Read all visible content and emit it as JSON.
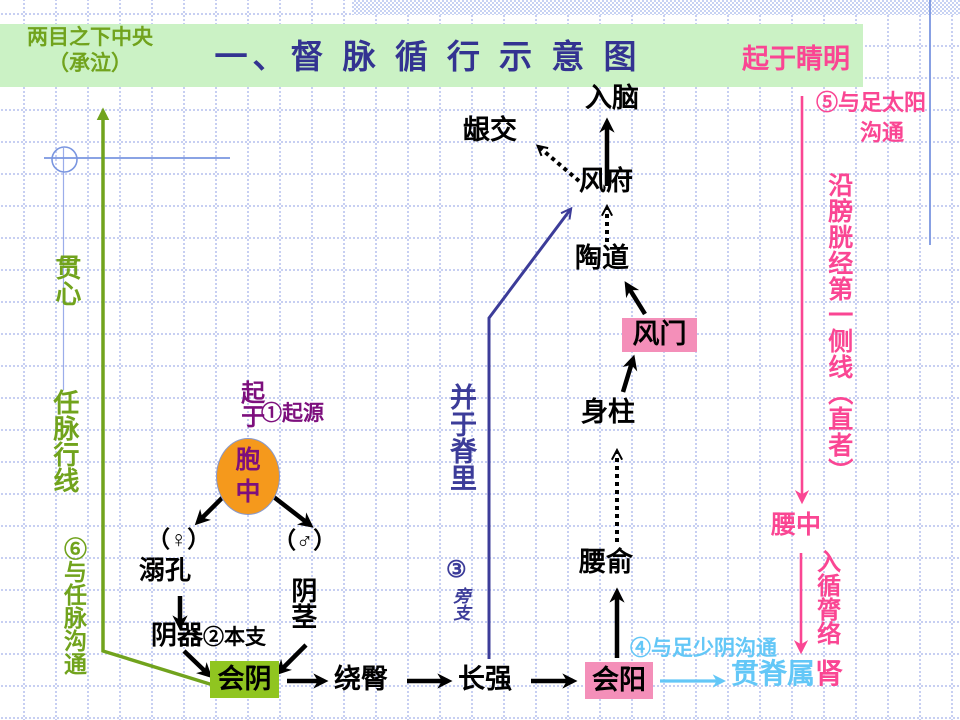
{
  "banner": {
    "title": "一、督 脉 循 行 示 意 图",
    "left_note_line1": "两目之下中央",
    "left_note_line2": "（承泣）",
    "right_note": "起于睛明"
  },
  "left_column": {
    "guanxin": "贯心",
    "renmai": "任脉行线",
    "note6": "⑥与任脉沟通"
  },
  "right_column": {
    "note5_line1": "⑤与足太阳",
    "note5_line2": "沟通",
    "bladder_line": "沿膀胱经第一侧线（直者）",
    "yaozhong": "腰中",
    "ruxun": "入循膂络",
    "shen": "肾"
  },
  "origin": {
    "qiyu": "起于",
    "label": "①起源",
    "baozhong": "胞中",
    "female": "（♀）",
    "nikong": "溺孔",
    "yinqi": "阴器",
    "benzhi": "②本支",
    "male": "（♂）",
    "yinjing": "阴茎"
  },
  "spur": {
    "bingyu": "并于脊里",
    "num": "③",
    "text": "旁支"
  },
  "nodes": {
    "huiyin": "会阴",
    "raotun": "绕臀",
    "changqiang": "长强",
    "huiyang": "会阳",
    "yaoshu": "腰俞",
    "shenzhu": "身柱",
    "fengmen": "风门",
    "taodao": "陶道",
    "fengfu": "风府",
    "yinjiao": "龈交",
    "runao": "入脑"
  },
  "kidney": {
    "note4": "④与足少阴沟通",
    "guanjishu": "贯脊属",
    "shen": "肾"
  },
  "colors": {
    "banner_bg": "#cbf2c5",
    "title": "#333391",
    "olive_green": "#71a31d",
    "pink": "#fa4693",
    "pink_highlight": "#f48fb9",
    "green_highlight": "#90c520",
    "navy": "#3c3c99",
    "cyan": "#63c7f7",
    "orange": "#f5991c",
    "purple": "#7d0f7d"
  }
}
